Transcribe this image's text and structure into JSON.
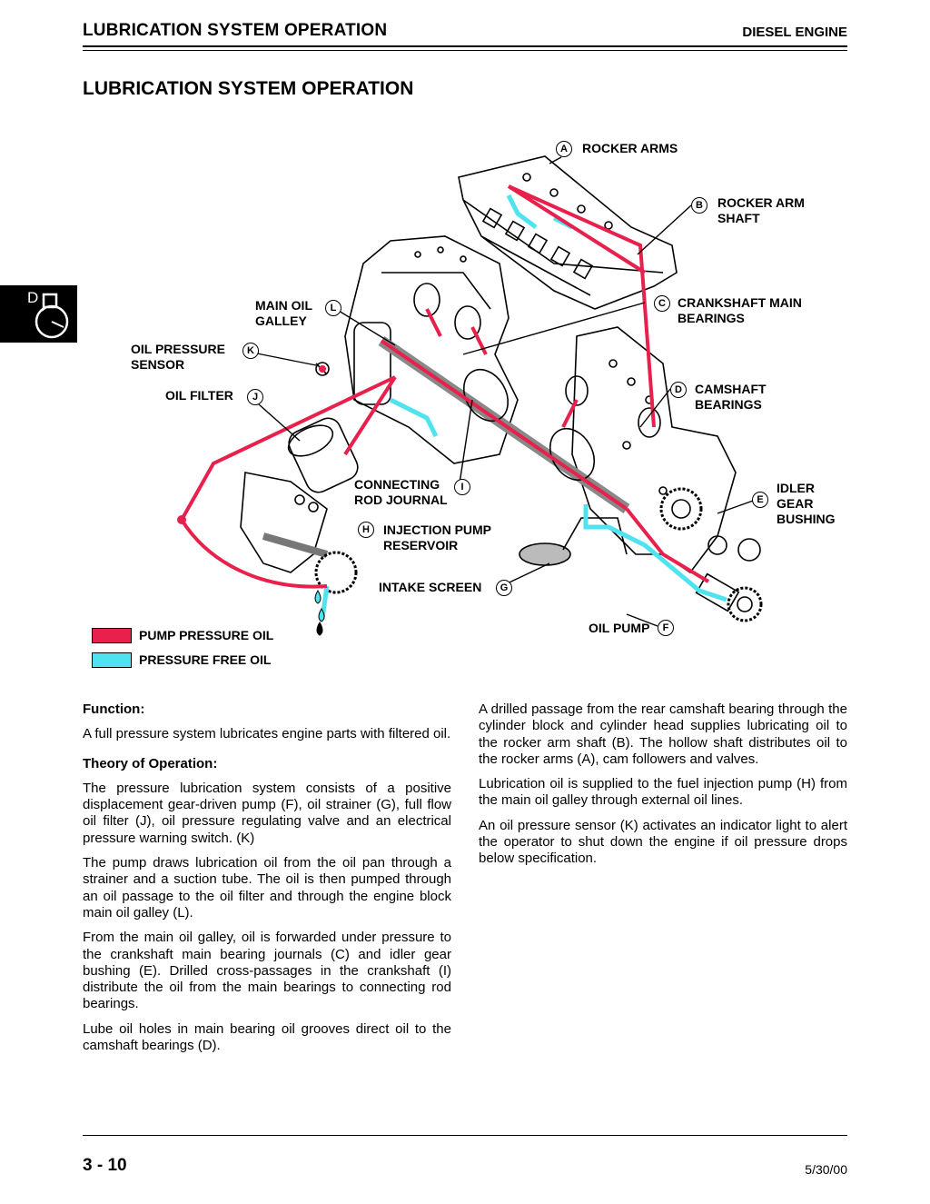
{
  "header": {
    "title": "LUBRICATION SYSTEM OPERATION",
    "right": "DIESEL ENGINE"
  },
  "section_title": "LUBRICATION SYSTEM OPERATION",
  "tab": {
    "letter": "D"
  },
  "diagram": {
    "labels": {
      "a": "ROCKER ARMS",
      "b": "ROCKER ARM\nSHAFT",
      "c": "CRANKSHAFT MAIN\nBEARINGS",
      "d": "CAMSHAFT\nBEARINGS",
      "e": "IDLER\nGEAR\nBUSHING",
      "f": "OIL PUMP",
      "g": "INTAKE SCREEN",
      "h": "INJECTION PUMP\nRESERVOIR",
      "i": "CONNECTING\nROD JOURNAL",
      "j": "OIL FILTER",
      "k": "OIL PRESSURE\n SENSOR",
      "l": "MAIN OIL\nGALLEY"
    },
    "callouts": {
      "a": "A",
      "b": "B",
      "c": "C",
      "d": "D",
      "e": "E",
      "f": "F",
      "g": "G",
      "h": "H",
      "i": "I",
      "j": "J",
      "k": "K",
      "l": "L"
    },
    "legend": [
      {
        "label": "PUMP PRESSURE OIL",
        "color": "#e8204c"
      },
      {
        "label": "PRESSURE FREE OIL",
        "color": "#4fe3f0"
      }
    ]
  },
  "left_column": {
    "function_heading": "Function:",
    "function_text": "A full pressure system lubricates engine parts with filtered oil.",
    "theory_heading": "Theory of Operation:",
    "paragraphs": [
      "The pressure lubrication system consists of a positive displacement gear-driven pump (F), oil strainer (G), full flow oil filter (J), oil pressure regulating valve and an electrical pressure warning switch. (K)",
      "The pump draws lubrication oil from the oil pan through a strainer and a suction tube. The oil is then pumped through an oil passage to the oil filter and through the engine block main oil galley (L).",
      "From the main oil galley, oil is forwarded under pressure to the crankshaft main bearing journals (C) and idler gear bushing (E). Drilled cross-passages in the crankshaft (I) distribute the oil from the main bearings to connecting rod bearings.",
      "Lube oil holes in main bearing oil grooves direct oil to the camshaft bearings (D)."
    ]
  },
  "right_column": {
    "paragraphs": [
      "A drilled passage from the rear camshaft bearing through the cylinder block and cylinder head supplies lubricating oil to the rocker arm shaft (B). The hollow shaft distributes oil to the rocker arms (A), cam followers and valves.",
      "Lubrication oil is supplied to the fuel injection pump (H) from the main oil galley through external oil lines.",
      "An oil pressure sensor (K) activates an indicator light to alert the operator to shut down the engine if oil pressure drops below specification."
    ]
  },
  "footer": {
    "page": "3 - 10",
    "date": "5/30/00"
  }
}
